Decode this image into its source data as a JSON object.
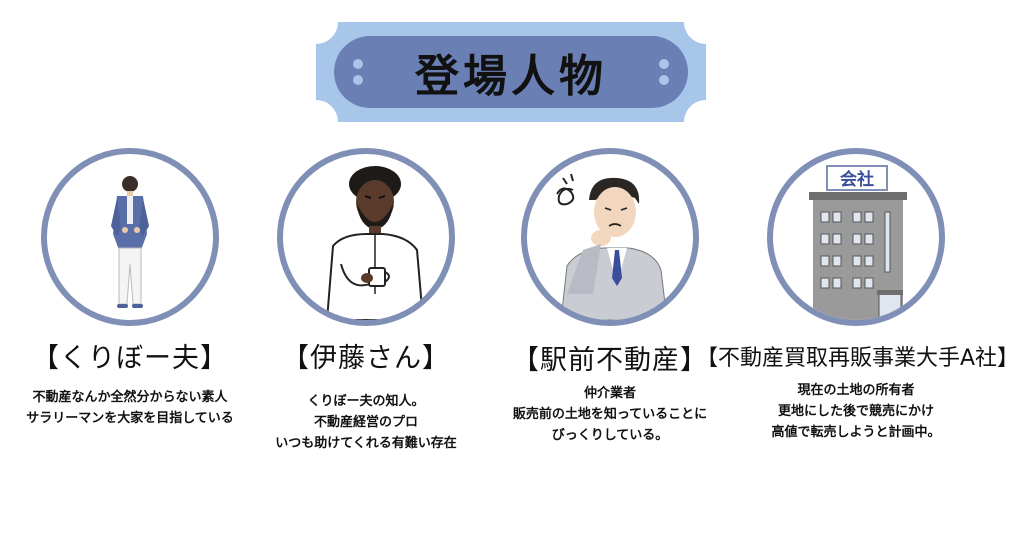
{
  "title": "登場人物",
  "colors": {
    "banner_outer": "#a8c6ea",
    "banner_inner": "#6a80b4",
    "circle_border": "#7f8fb6"
  },
  "characters": [
    {
      "name": "【くりぼー夫】",
      "illustration": "standing-man-icon",
      "description": [
        "不動産なんか全然分からない素人",
        "サラリーマンを大家を目指している"
      ]
    },
    {
      "name": "【伊藤さん】",
      "illustration": "bearded-man-coffee-icon",
      "description": [
        "くりぼー夫の知人。",
        "不動産経営のプロ",
        "いつも助けてくれる有難い存在"
      ]
    },
    {
      "name": "【駅前不動産】",
      "illustration": "worried-businessman-icon",
      "description": [
        "仲介業者",
        "販売前の土地を知っていることに",
        "びっくりしている。"
      ]
    },
    {
      "name": "【不動産買取再販事業大手A社】",
      "illustration": "company-building-icon",
      "sign": "会社",
      "description": [
        "現在の土地の所有者",
        "更地にした後で競売にかけ",
        "高値で転売しようと計画中。"
      ]
    }
  ]
}
